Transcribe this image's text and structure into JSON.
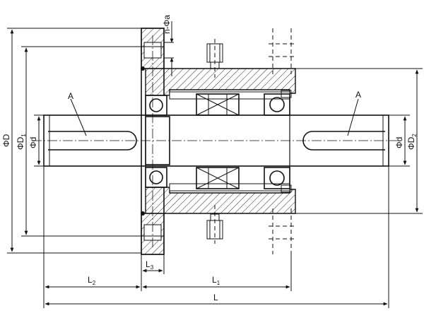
{
  "labels": {
    "leader_left": "A",
    "leader_right": "A",
    "phi_D": "ΦD",
    "phi_D1_main": "ΦD",
    "phi_D1_sub": "1",
    "phi_d_left": "Φd",
    "phi_D2_main": "ΦD",
    "phi_D2_sub": "2",
    "phi_d_right": "Φd",
    "holes": "n-Φa",
    "L1_main": "L",
    "L1_sub": "1",
    "L2_main": "L",
    "L2_sub": "2",
    "L3_main": "L",
    "L3_sub": "3",
    "L": "L"
  },
  "icons": [
    "hatch-pattern",
    "ball-bearing-icon",
    "roller-bearing-icon"
  ]
}
